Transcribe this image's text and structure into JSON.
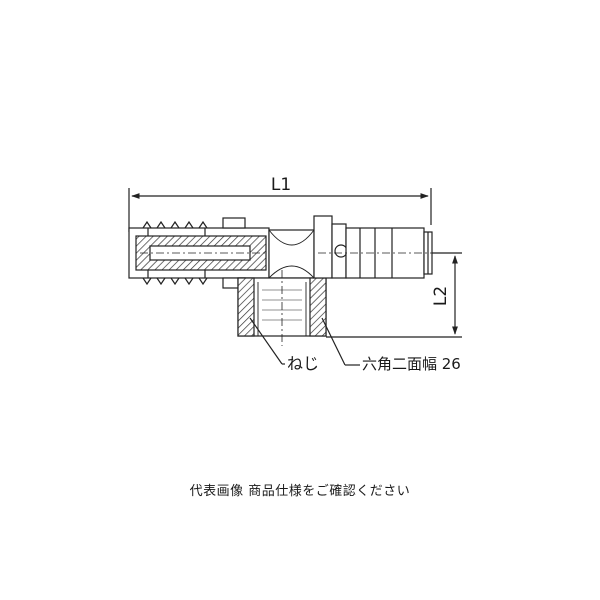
{
  "drawing": {
    "dim_overall_length_label": "L1",
    "dim_branch_height_label": "L2",
    "thread_callout": "ねじ",
    "hex_callout": "六角二面幅 26"
  },
  "caption": "代表画像 商品仕様をご確認ください"
}
